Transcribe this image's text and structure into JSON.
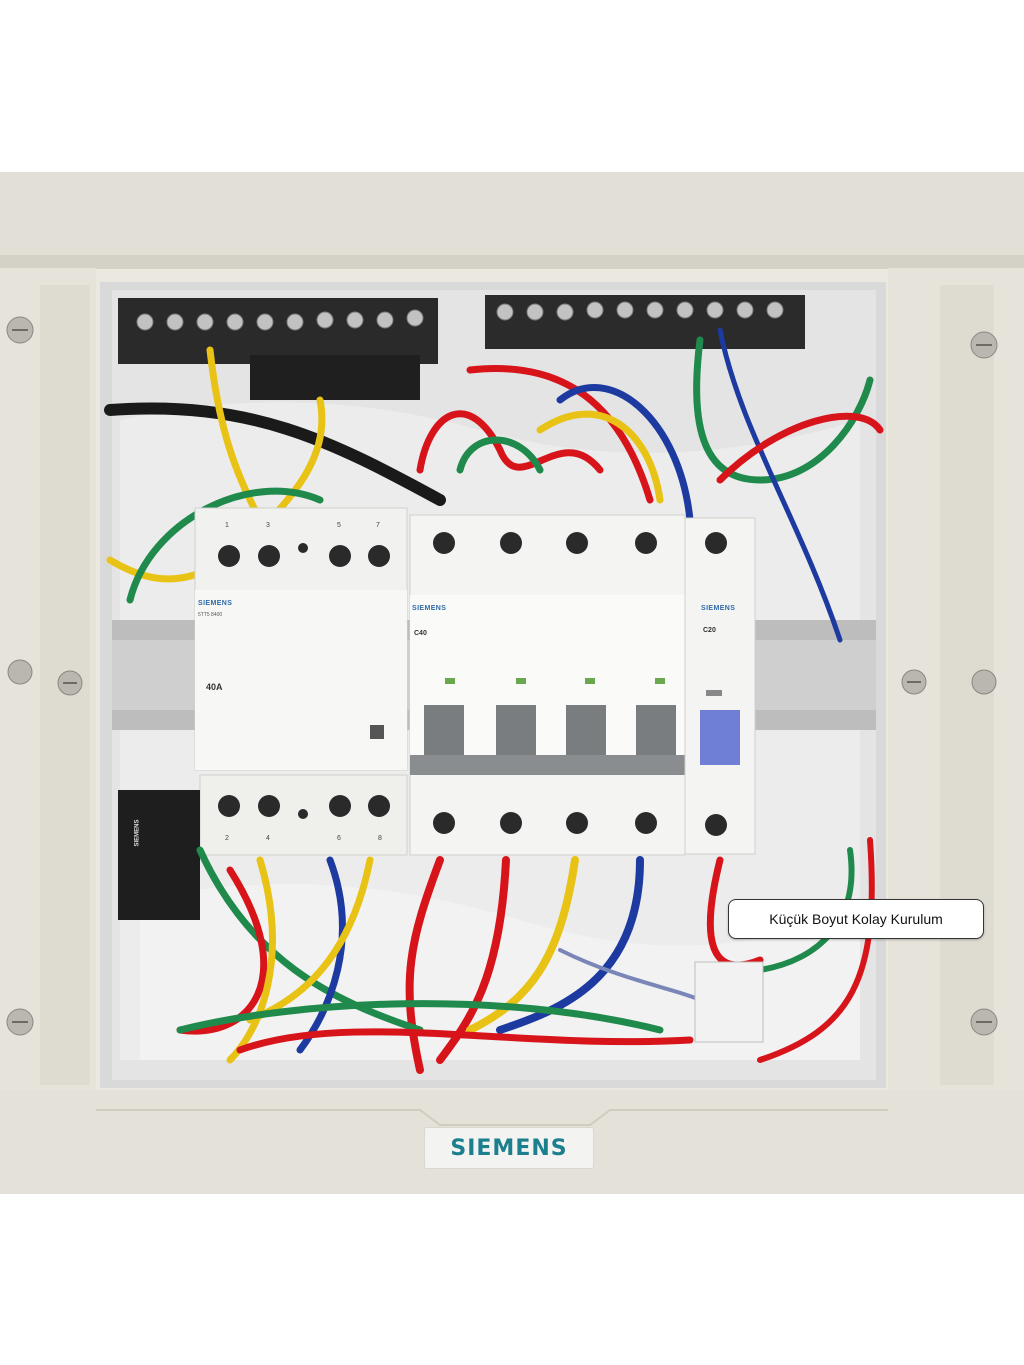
{
  "enclosure_brand": "SIEMENS",
  "callout_text": "Küçük Boyut Kolay Kurulum",
  "contactor": {
    "brand": "SIEMENS",
    "model": "5TT5 8400",
    "rating": "40A",
    "top_terminals": [
      "1",
      "3",
      "5",
      "7"
    ],
    "bottom_terminals": [
      "2",
      "4",
      "6",
      "8"
    ]
  },
  "rcbo": {
    "brand": "SIEMENS",
    "curve": "C40"
  },
  "mcb": {
    "brand": "SIEMENS",
    "curve": "C20"
  },
  "relay": {
    "brand": "SIEMENS"
  },
  "colors": {
    "enclosure": "#ebe8e0",
    "interior": "#e6e6e6",
    "wire_red": "#d8141b",
    "wire_blue": "#1c3aa0",
    "wire_yellow": "#e8c315",
    "wire_green": "#1f8a4b",
    "wire_black": "#1a1a1a",
    "brand_teal": "#1b7f8e",
    "mcb_blue": "#6f7fd6"
  }
}
